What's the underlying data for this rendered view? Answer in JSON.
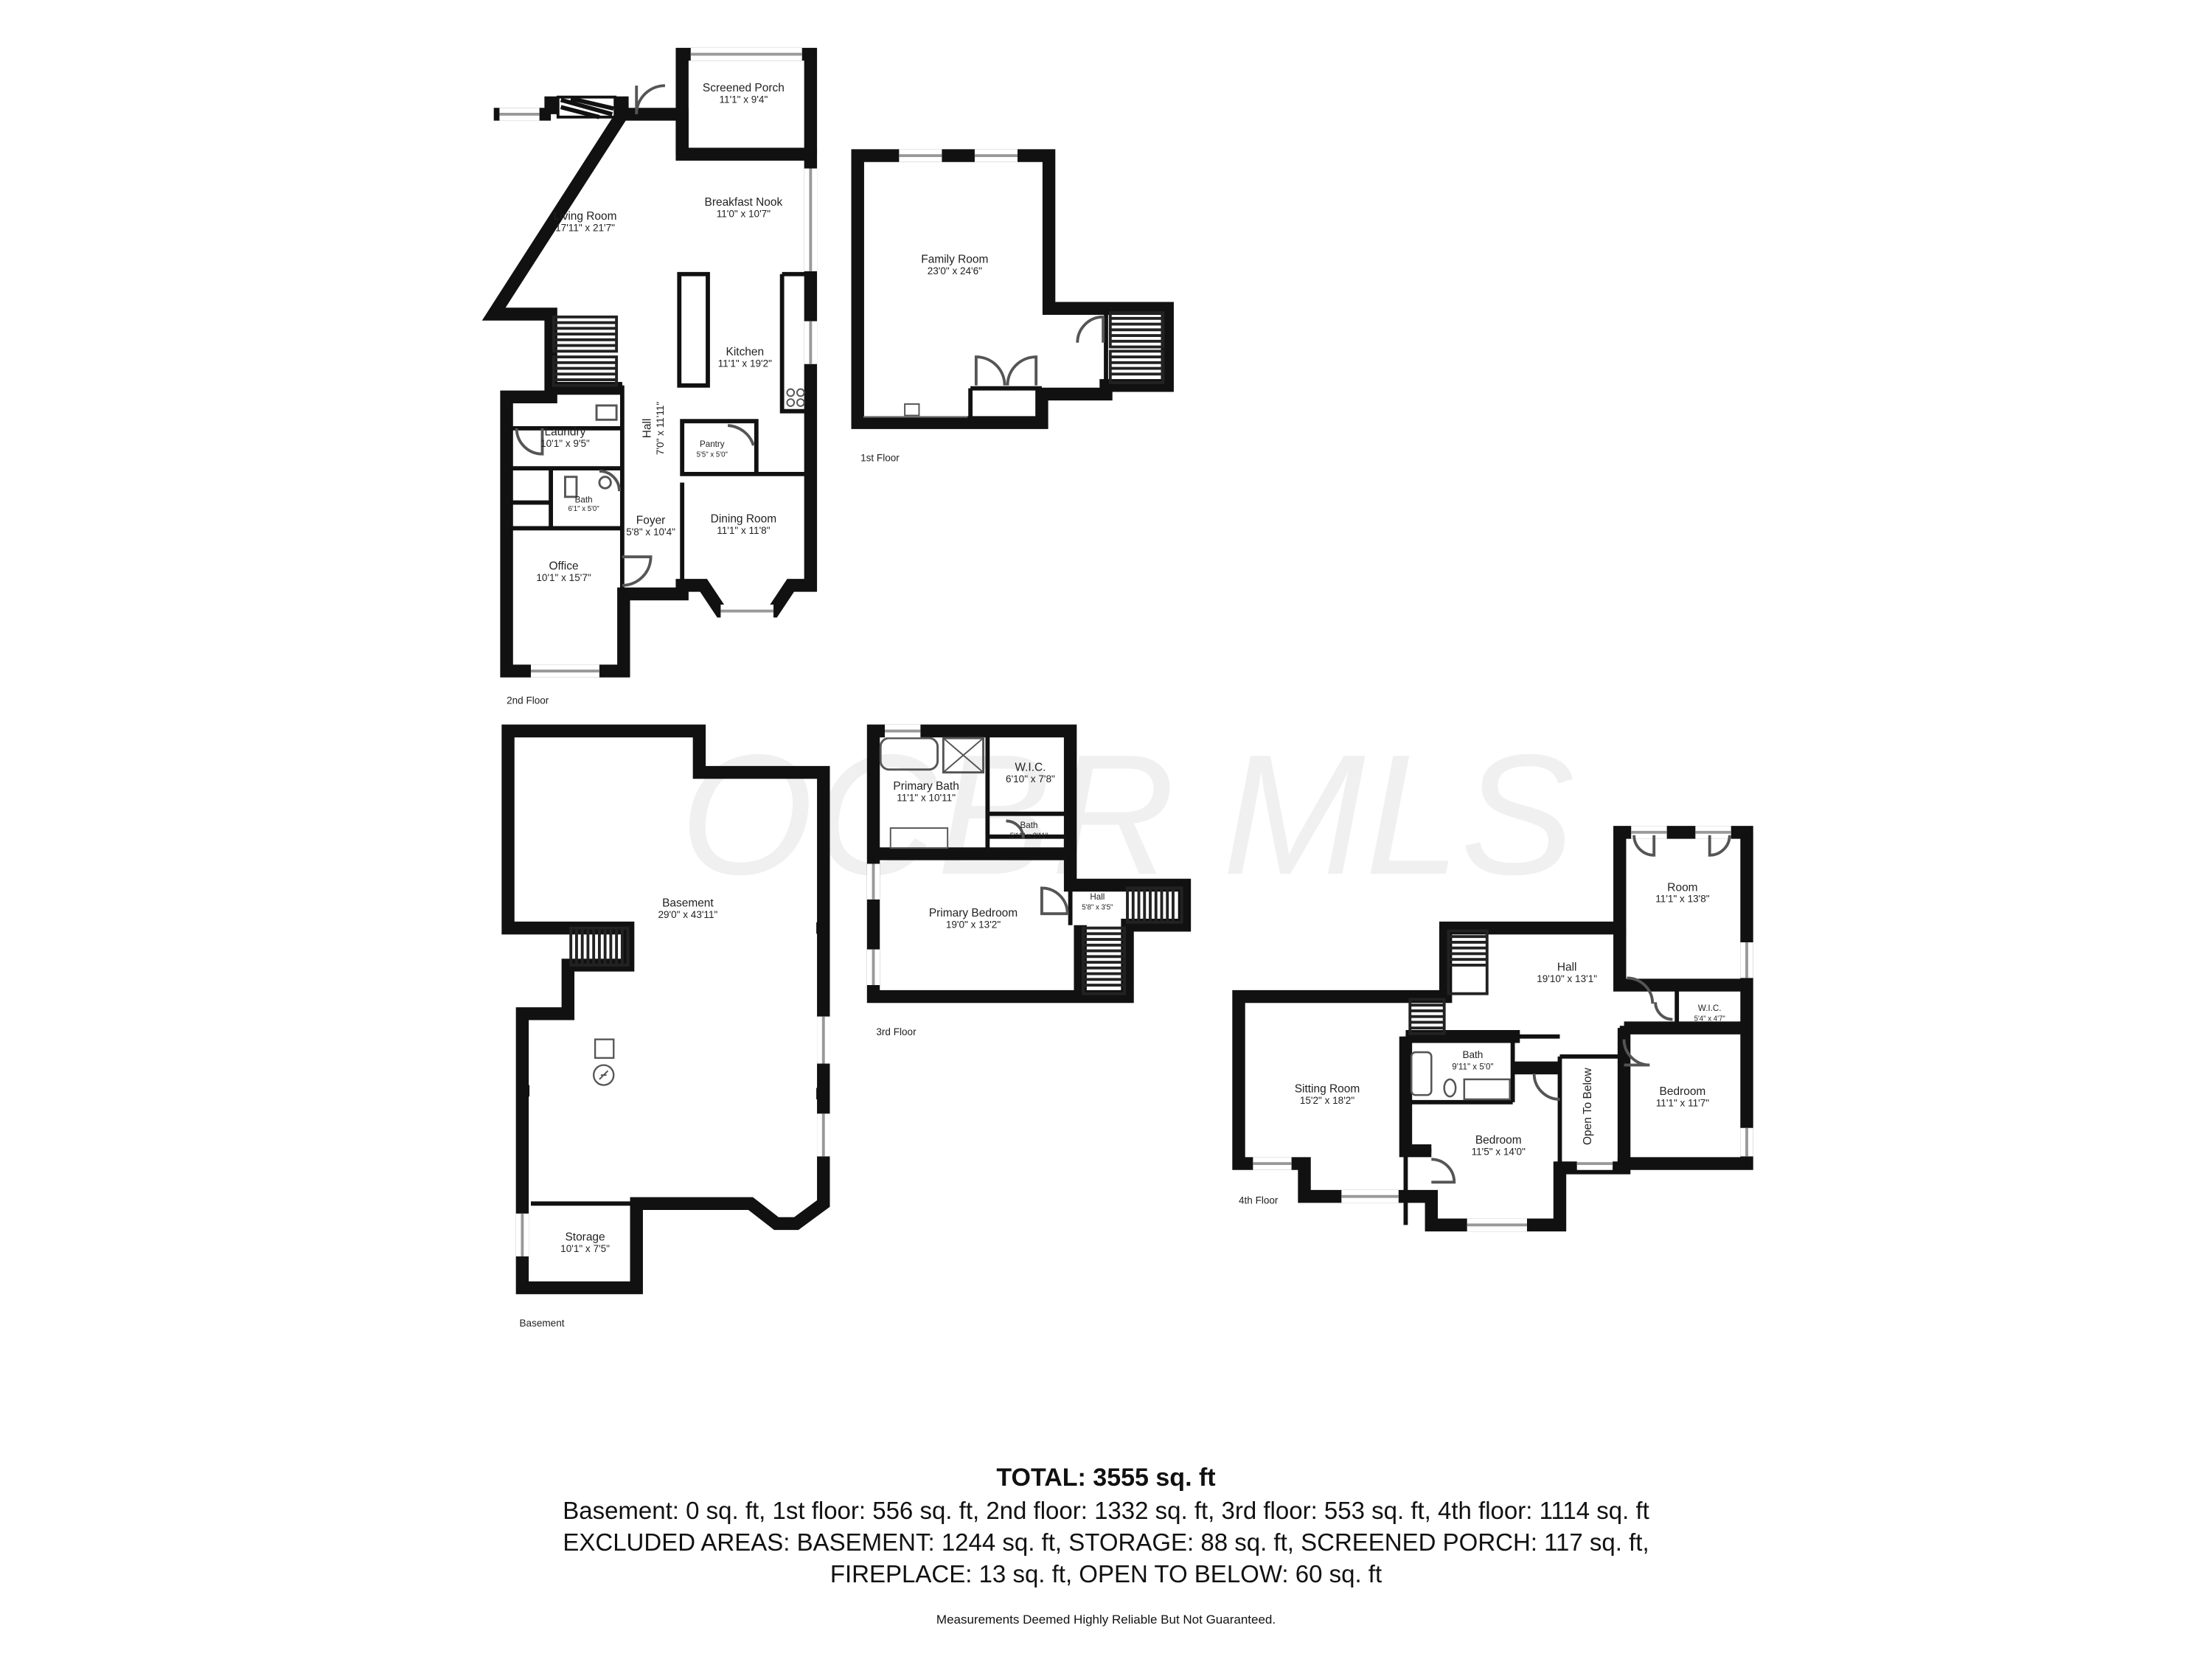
{
  "watermark": "OCBR MLS",
  "floors": [
    {
      "id": "2nd",
      "label": "2nd Floor"
    },
    {
      "id": "1st",
      "label": "1st Floor"
    },
    {
      "id": "basement",
      "label": "Basement"
    },
    {
      "id": "3rd",
      "label": "3rd Floor"
    },
    {
      "id": "4th",
      "label": "4th Floor"
    }
  ],
  "rooms": {
    "screened_porch": {
      "name": "Screened Porch",
      "dim": "11'1\" x 9'4\""
    },
    "living_room": {
      "name": "Living Room",
      "dim": "17'11\" x 21'7\""
    },
    "breakfast_nook": {
      "name": "Breakfast Nook",
      "dim": "11'0\" x 10'7\""
    },
    "kitchen": {
      "name": "Kitchen",
      "dim": "11'1\" x 19'2\""
    },
    "laundry": {
      "name": "Laundry",
      "dim": "10'1\" x 9'5\""
    },
    "hall_2nd": {
      "name": "Hall",
      "dim": "7'0\" x 11'11\""
    },
    "pantry": {
      "name": "Pantry",
      "dim": "5'5\" x 5'0\""
    },
    "bath_2nd": {
      "name": "Bath",
      "dim": "6'1\" x 5'0\""
    },
    "foyer": {
      "name": "Foyer",
      "dim": "5'8\" x 10'4\""
    },
    "dining_room": {
      "name": "Dining Room",
      "dim": "11'1\" x 11'8\""
    },
    "office": {
      "name": "Office",
      "dim": "10'1\" x 15'7\""
    },
    "family_room": {
      "name": "Family Room",
      "dim": "23'0\" x 24'6\""
    },
    "basement": {
      "name": "Basement",
      "dim": "29'0\" x 43'11\""
    },
    "storage": {
      "name": "Storage",
      "dim": "10'1\" x 7'5\""
    },
    "primary_bath": {
      "name": "Primary Bath",
      "dim": "11'1\" x 10'11\""
    },
    "wic_3rd": {
      "name": "W.I.C.",
      "dim": "6'10\" x 7'8\""
    },
    "bath_3rd": {
      "name": "Bath",
      "dim": "5'11\" x 2'11\""
    },
    "primary_bedroom": {
      "name": "Primary Bedroom",
      "dim": "19'0\" x 13'2\""
    },
    "hall_3rd": {
      "name": "Hall",
      "dim": "5'8\" x 3'5\""
    },
    "room_4th": {
      "name": "Room",
      "dim": "11'1\" x 13'8\""
    },
    "hall_4th": {
      "name": "Hall",
      "dim": "19'10\" x 13'1\""
    },
    "wic_4th": {
      "name": "W.I.C.",
      "dim": "5'4\" x 4'7\""
    },
    "sitting_room": {
      "name": "Sitting Room",
      "dim": "15'2\" x 18'2\""
    },
    "bath_4th": {
      "name": "Bath",
      "dim": "9'11\" x 5'0\""
    },
    "bedroom_4th_a": {
      "name": "Bedroom",
      "dim": "11'1\" x 11'7\""
    },
    "bedroom_4th_b": {
      "name": "Bedroom",
      "dim": "11'5\" x 14'0\""
    },
    "open_to_below": {
      "name": "Open To Below"
    }
  },
  "summary": {
    "total": "TOTAL: 3555 sq. ft",
    "line1": "Basement: 0 sq. ft, 1st floor: 556 sq. ft, 2nd floor: 1332 sq. ft, 3rd floor: 553 sq. ft, 4th floor: 1114 sq. ft",
    "line2": "EXCLUDED AREAS: BASEMENT: 1244 sq. ft, STORAGE: 88 sq. ft, SCREENED PORCH: 117 sq. ft,",
    "line3": "FIREPLACE: 13 sq. ft, OPEN TO BELOW: 60 sq. ft",
    "disclaimer": "Measurements Deemed Highly Reliable But Not Guaranteed."
  }
}
